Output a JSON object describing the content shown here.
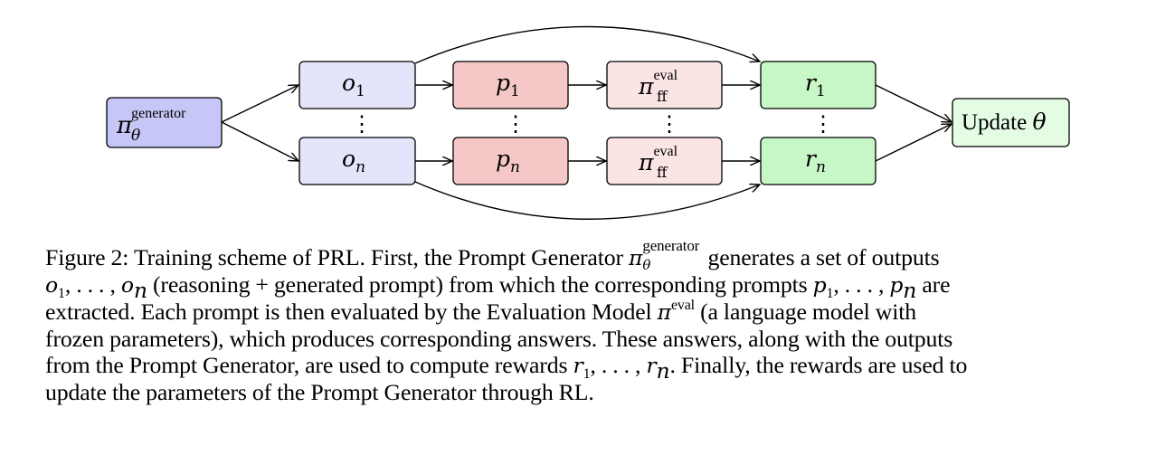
{
  "diagram": {
    "generator": {
      "symbol": "π",
      "sup": "generator",
      "sub": "θ",
      "fill": "#c7c7f7"
    },
    "outputs": [
      {
        "base": "o",
        "sub": "1"
      },
      {
        "base": "o",
        "sub": "n"
      }
    ],
    "prompts": [
      {
        "base": "p",
        "sub": "1"
      },
      {
        "base": "p",
        "sub": "n"
      }
    ],
    "evals": [
      {
        "base": "π",
        "sup": "eval",
        "sub": "ff"
      },
      {
        "base": "π",
        "sup": "eval",
        "sub": "ff"
      }
    ],
    "rewards": [
      {
        "base": "r",
        "sub": "1"
      },
      {
        "base": "r",
        "sub": "n"
      }
    ],
    "update": {
      "text": "Update ",
      "symbol": "θ"
    },
    "ellipsis": "⋮",
    "colors": {
      "outputs": "#e4e4fb",
      "prompts": "#f6c7c7",
      "evals": "#fbe4e4",
      "rewards": "#c7f7c7",
      "update": "#e4fbe4",
      "stroke": "#000000"
    }
  },
  "caption": {
    "lines": [
      [
        "Figure 2: Training scheme of PRL. First, the Prompt Generator ",
        "π",
        "generator",
        "θ",
        " generates a set of outputs"
      ],
      [
        "o",
        "1",
        ", . . . , ",
        "o",
        "n",
        " (reasoning + generated prompt) from which the corresponding prompts ",
        "p",
        "1",
        ", . . . , ",
        "p",
        "n",
        " are"
      ],
      [
        "extracted. Each prompt is then evaluated by the Evaluation Model ",
        "π",
        "eval",
        " (a language model with"
      ],
      [
        "frozen parameters), which produces corresponding answers. These answers, along with the outputs"
      ],
      [
        "from the Prompt Generator, are used to compute rewards ",
        "r",
        "1",
        ", . . . , ",
        "r",
        "n",
        ". Finally, the rewards are used to"
      ],
      [
        "update the parameters of the Prompt Generator through RL."
      ]
    ]
  }
}
